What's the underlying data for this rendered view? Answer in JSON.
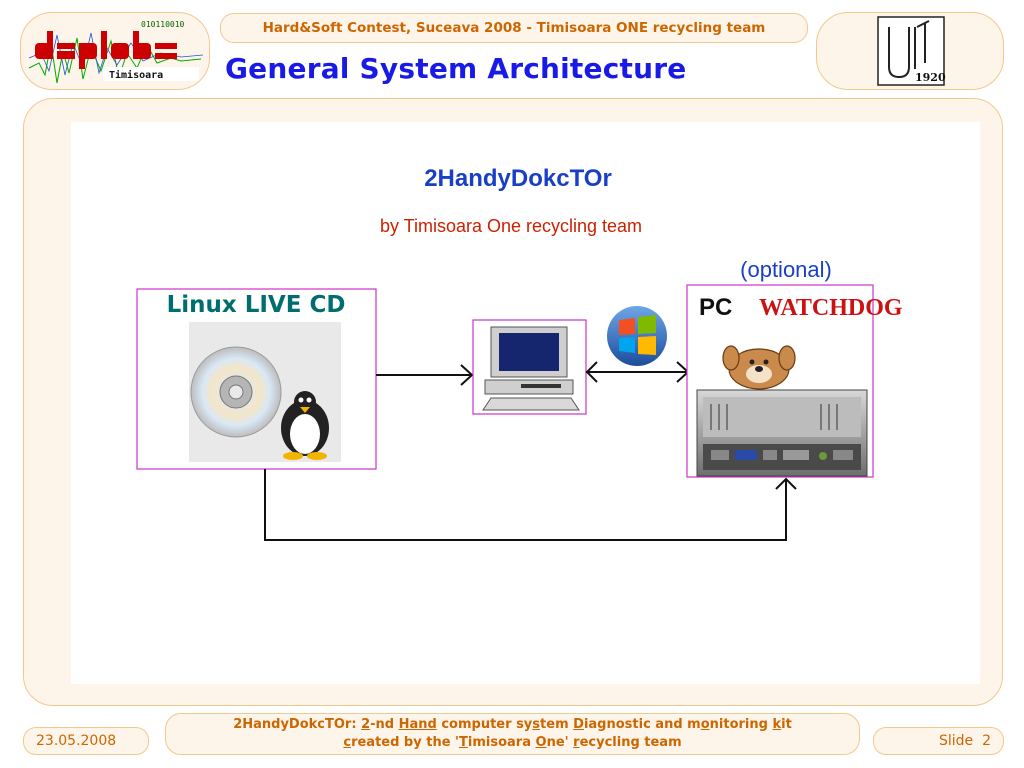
{
  "header": {
    "contest_line": "Hard&Soft Contest, Suceava 2008  -  Timisoara ONE recycling team",
    "title": "General System Architecture"
  },
  "logos": {
    "left_text": "dsplabs",
    "left_binary": "010110010",
    "left_subtext": "Timisoara",
    "right_year": "1920"
  },
  "diagram": {
    "title": "2HandyDokcTOr",
    "subtitle": "by Timisoara One recycling team",
    "linux_box_label": "Linux LIVE CD",
    "optional_label": "(optional)",
    "pc_label": "PC",
    "watchdog_label": "WATCHDOG"
  },
  "footer": {
    "date": "23.05.2008",
    "slide_label": "Slide",
    "slide_number": "2",
    "line1": [
      {
        "t": "2HandyDokcTOr: ",
        "u": false
      },
      {
        "t": "2",
        "u": true
      },
      {
        "t": "-nd ",
        "u": false
      },
      {
        "t": "Hand",
        "u": true
      },
      {
        "t": " computer sy",
        "u": false
      },
      {
        "t": "s",
        "u": true
      },
      {
        "t": "tem ",
        "u": false
      },
      {
        "t": "D",
        "u": true
      },
      {
        "t": "iagnostic and m",
        "u": false
      },
      {
        "t": "o",
        "u": true
      },
      {
        "t": "nitoring ",
        "u": false
      },
      {
        "t": "k",
        "u": true
      },
      {
        "t": "it",
        "u": false
      }
    ],
    "line2": [
      {
        "t": "c",
        "u": true
      },
      {
        "t": "reated by the '",
        "u": false
      },
      {
        "t": "T",
        "u": true
      },
      {
        "t": "imisoara ",
        "u": false
      },
      {
        "t": "O",
        "u": true
      },
      {
        "t": "ne' ",
        "u": false
      },
      {
        "t": "r",
        "u": true
      },
      {
        "t": "ecycling team",
        "u": false
      }
    ]
  },
  "colors": {
    "accent_orange": "#cc6600",
    "title_blue": "#1a1ae6",
    "panel_fill": "#fef5ea",
    "panel_border": "#f2c88e",
    "frame_magenta": "#cc33cc",
    "linux_teal": "#006e6e",
    "subtitle_red": "#cc2200",
    "watchdog_red": "#cc1111"
  }
}
